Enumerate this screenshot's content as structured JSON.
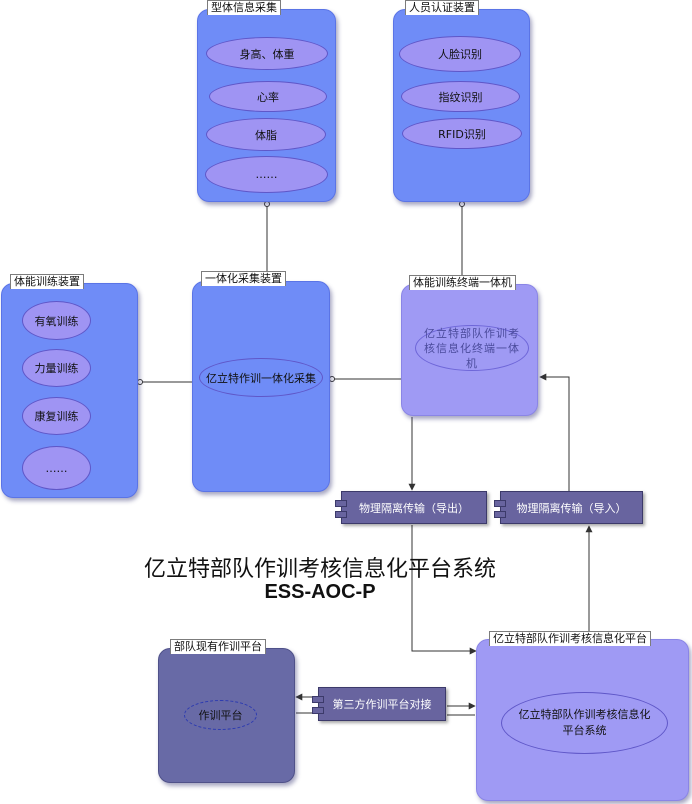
{
  "title": {
    "line1": "亿立特部队作训考核信息化平台系统",
    "line2": "ESS-AOC-P"
  },
  "body_info": {
    "label": "型体信息采集",
    "items": [
      "身高、体重",
      "心率",
      "体脂",
      "……"
    ]
  },
  "auth_device": {
    "label": "人员认证装置",
    "items": [
      "人脸识别",
      "指纹识别",
      "RFID识别"
    ]
  },
  "training_device": {
    "label": "体能训练装置",
    "items": [
      "有氧训练",
      "力量训练",
      "康复训练",
      "……"
    ]
  },
  "collect_device": {
    "label": "一体化采集装置",
    "inner": "亿立特作训一体化采集"
  },
  "terminal": {
    "label": "体能训练终端一体机",
    "inner": "亿立特部队作训考核信息化终端一体机"
  },
  "transfer": {
    "export_label": "物理隔离传输（导出）",
    "import_label": "物理隔离传输（导入）"
  },
  "existing_platform": {
    "label": "部队现有作训平台",
    "inner": "作训平台"
  },
  "third_party": {
    "label": "第三方作训平台对接"
  },
  "info_platform": {
    "label": "亿立特部队作训考核信息化平台",
    "inner": "亿立特部队作训考核信息化平台系统"
  },
  "colors": {
    "blue_box": "#6f8cf7",
    "lavender_box": "#9f9af4",
    "slate_box": "#686aa6",
    "ellipse_fill": "#9f94f3"
  }
}
